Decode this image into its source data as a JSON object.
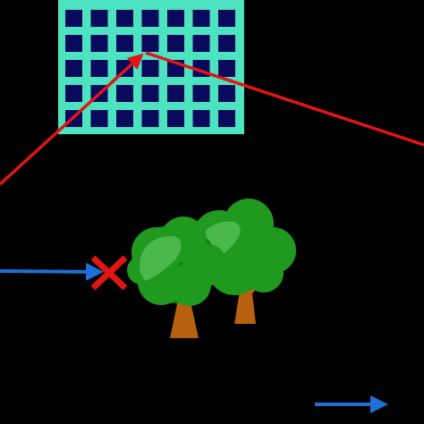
{
  "colors": {
    "background": "#000000",
    "building_facade": "#4de3c0",
    "building_window": "#0a0a5c",
    "red_ray": "#e01515",
    "blue_ray": "#1f6fd6",
    "blocked_marker": "#e01515",
    "tree_foliage": "#1f9a1f",
    "tree_foliage_dark": "#137a13",
    "tree_foliage_light": "#52bd52",
    "tree_trunk": "#b8620f"
  },
  "elements": {
    "building": {
      "icon": "building-icon",
      "window_rows": 5,
      "window_columns": 7
    },
    "red_ray": {
      "icon": "red-arrow-icon",
      "meaning": "reflected path"
    },
    "blue_ray_blocked": {
      "icon": "blue-arrow-icon",
      "state": "blocked"
    },
    "blocked_marker": {
      "icon": "x-mark-icon"
    },
    "trees": {
      "icon": "tree-icon",
      "count": 2
    },
    "blue_ray_clear": {
      "icon": "blue-arrow-icon",
      "state": "unobstructed"
    }
  }
}
